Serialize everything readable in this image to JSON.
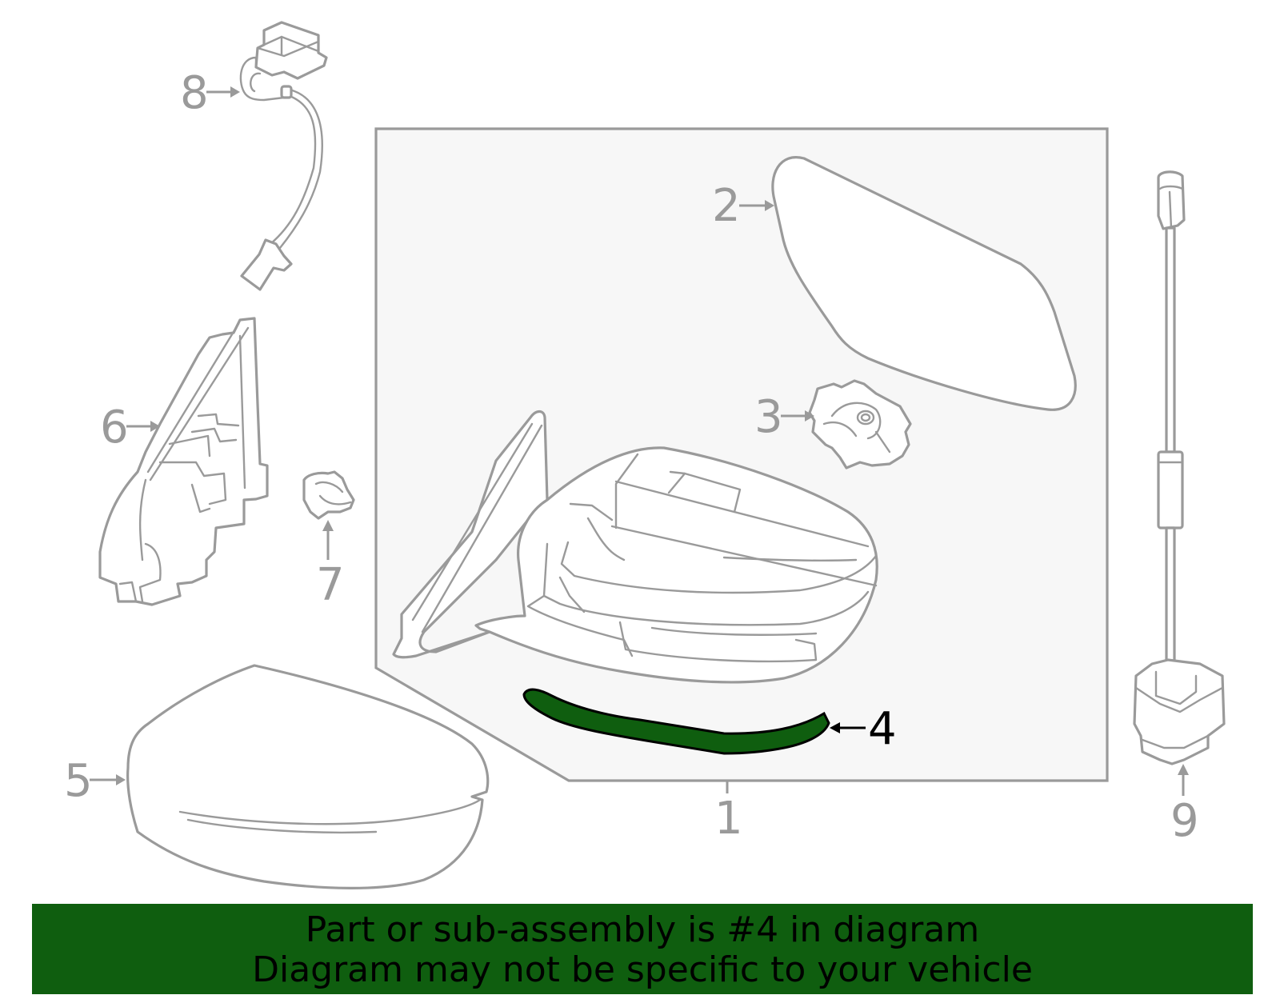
{
  "colors": {
    "highlight": "#0f5e0f",
    "banner_bg": "#0f5e0f",
    "line": "#9a9a9a",
    "panel": "#f7f7f7"
  },
  "callouts": [
    {
      "id": "1",
      "label": "1"
    },
    {
      "id": "2",
      "label": "2"
    },
    {
      "id": "3",
      "label": "3"
    },
    {
      "id": "4",
      "label": "4",
      "highlighted": true
    },
    {
      "id": "5",
      "label": "5"
    },
    {
      "id": "6",
      "label": "6"
    },
    {
      "id": "7",
      "label": "7"
    },
    {
      "id": "8",
      "label": "8"
    },
    {
      "id": "9",
      "label": "9"
    }
  ],
  "banner": {
    "line1": "Part or sub-assembly is #4 in diagram",
    "line2": "Diagram may not be specific to your vehicle"
  }
}
